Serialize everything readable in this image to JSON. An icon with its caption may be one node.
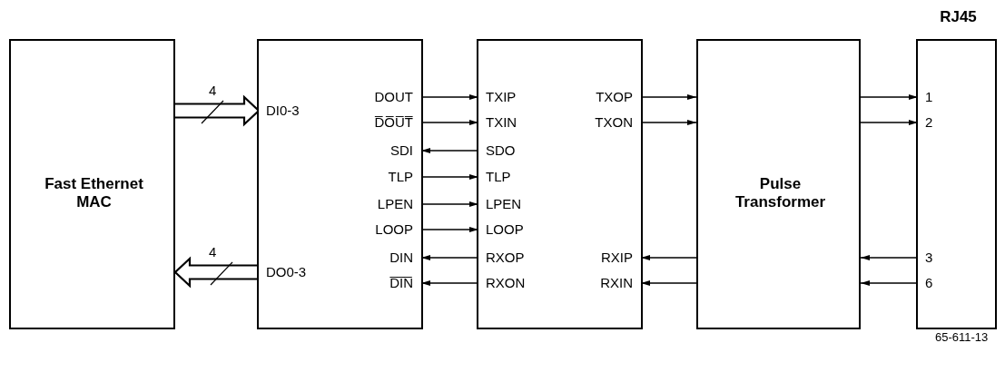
{
  "diagram": {
    "nodes": [
      {
        "text": [
          "Fast Ethernet MAC"
        ]
      },
      {
        "text": [],
        "shape": "box"
      },
      {
        "text": [
          "DI0-3"
        ],
        "in": 1
      },
      {
        "text": [
          "DO0-3"
        ],
        "in": 1
      },
      {
        "text": [
          "DOUT"
        ],
        "in": 1
      },
      {
        "text": [
          "D̅O̅U̅T̅"
        ],
        "in": 1
      },
      {
        "text": [
          "SDI"
        ],
        "in": 1
      },
      {
        "text": [
          "TLP"
        ],
        "in": 1
      },
      {
        "text": [
          "LPEN"
        ],
        "in": 1
      },
      {
        "text": [
          "LOOP"
        ],
        "in": 1
      },
      {
        "text": [
          "DIN"
        ],
        "in": 1
      },
      {
        "text": [
          "D̅I̅N̅"
        ],
        "in": 1
      },
      {
        "text": [],
        "shape": "box"
      },
      {
        "text": [
          "TXIP"
        ],
        "in": 12
      },
      {
        "text": [
          "TXIN"
        ],
        "in": 12
      },
      {
        "text": [
          "SDO"
        ],
        "in": 12
      },
      {
        "text": [
          "TLP"
        ],
        "in": 12
      },
      {
        "text": [
          "LPEN"
        ],
        "in": 12
      },
      {
        "text": [
          "LOOP"
        ],
        "in": 12
      },
      {
        "text": [
          "RXOP"
        ],
        "in": 12
      },
      {
        "text": [
          "RXON"
        ],
        "in": 12
      },
      {
        "text": [
          "TXOP"
        ],
        "in": 12
      },
      {
        "text": [
          "TXON"
        ],
        "in": 12
      },
      {
        "text": [
          "RXIP"
        ],
        "in": 12
      },
      {
        "text": [
          "RXIN"
        ],
        "in": 12
      },
      {
        "text": [
          "Pulse Transformer"
        ]
      },
      {
        "text": [
          "RJ45"
        ]
      },
      {
        "text": [
          "1"
        ],
        "in": 26
      },
      {
        "text": [
          "2"
        ],
        "in": 26
      },
      {
        "text": [
          "3"
        ],
        "in": 26
      },
      {
        "text": [
          "6"
        ],
        "in": 26
      }
    ],
    "edges": [
      {
        "from": 0,
        "to": 2,
        "arrow": "to",
        "label": "4",
        "style": "thick"
      },
      {
        "from": 3,
        "to": 0,
        "arrow": "to",
        "label": "4",
        "style": "thick"
      },
      {
        "from": 4,
        "to": 13,
        "arrow": "to"
      },
      {
        "from": 5,
        "to": 14,
        "arrow": "to"
      },
      {
        "from": 15,
        "to": 6,
        "arrow": "to"
      },
      {
        "from": 7,
        "to": 16,
        "arrow": "to"
      },
      {
        "from": 8,
        "to": 17,
        "arrow": "to"
      },
      {
        "from": 9,
        "to": 18,
        "arrow": "to"
      },
      {
        "from": 19,
        "to": 10,
        "arrow": "to"
      },
      {
        "from": 20,
        "to": 11,
        "arrow": "to"
      },
      {
        "from": 21,
        "to": 25,
        "arrow": "to"
      },
      {
        "from": 22,
        "to": 25,
        "arrow": "to"
      },
      {
        "from": 25,
        "to": 23,
        "arrow": "to"
      },
      {
        "from": 25,
        "to": 24,
        "arrow": "to"
      },
      {
        "from": 25,
        "to": 27,
        "arrow": "to"
      },
      {
        "from": 25,
        "to": 28,
        "arrow": "to"
      },
      {
        "from": 29,
        "to": 25,
        "arrow": "to"
      },
      {
        "from": 30,
        "to": 25,
        "arrow": "to"
      }
    ],
    "labels": [
      "65-611-13"
    ]
  }
}
